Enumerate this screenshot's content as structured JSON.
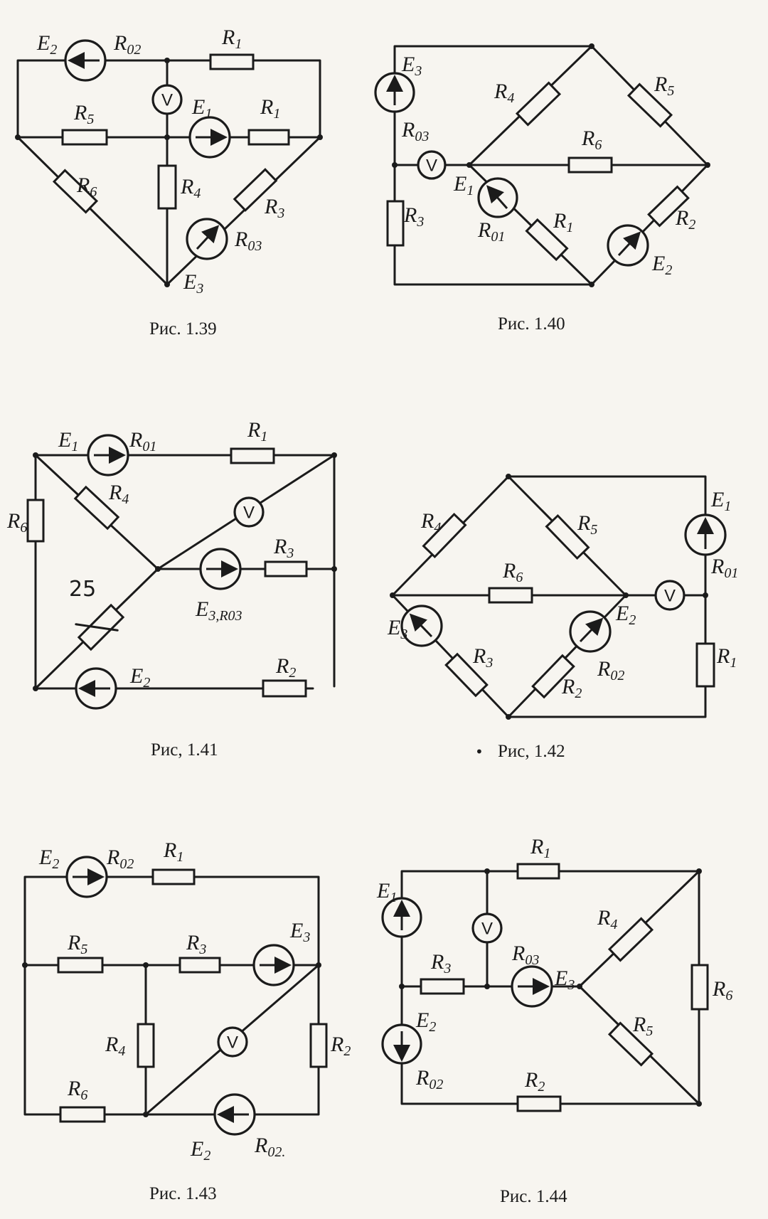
{
  "figures": [
    {
      "caption": "Рис. 1.39",
      "sources": [
        "E2",
        "E1",
        "E3"
      ],
      "internal_resistances": [
        "R02",
        "R03"
      ],
      "resistors": [
        "R1",
        "R5",
        "R6",
        "R4",
        "R3"
      ],
      "meters": [
        "V"
      ],
      "resistor_labels": {
        "top": "R1",
        "mid_left": "R5",
        "diag_left": "R6",
        "vertical": "R4",
        "mid_right": "R1",
        "diag_right": "R3"
      },
      "labels": {
        "e2": "E2",
        "r02": "R02",
        "e1": "E1",
        "e3": "E3",
        "r03": "R03"
      }
    },
    {
      "caption": "Рис. 1.40",
      "labels": {
        "e3": "E3",
        "r03": "R03",
        "r4": "R4",
        "r5": "R5",
        "r6": "R6",
        "e1": "E1",
        "r01": "R01",
        "r1": "R1",
        "r2": "R2",
        "e2": "E2",
        "r3": "R3"
      }
    },
    {
      "caption": "Рис, 1.41",
      "labels": {
        "e1": "E1",
        "r01": "R01",
        "r1": "R1",
        "r4": "R4",
        "r6": "R6",
        "r3": "R3",
        "e3r03": "E3,R03",
        "e2": "E2",
        "r2": "R2"
      },
      "handwritten_note": "25"
    },
    {
      "caption": "Рис, 1.42",
      "labels": {
        "r4": "R4",
        "r5": "R5",
        "e1": "E1",
        "r01": "R01",
        "r6": "R6",
        "e3": "E3",
        "e2": "E2",
        "r3": "R3",
        "r02": "R02",
        "r2": "R2",
        "r1": "R1"
      }
    },
    {
      "caption": "Рис. 1.43",
      "labels": {
        "e2top": "E2",
        "r02top": "R02",
        "r1": "R1",
        "r5": "R5",
        "r3": "R3",
        "e3": "E3",
        "r4": "R4",
        "r2": "R2",
        "r6": "R6",
        "e2bot": "E2",
        "r02bot": "R02."
      }
    },
    {
      "caption": "Рис. 1.44",
      "labels": {
        "r1": "R1",
        "e1": "E1",
        "r3": "R3",
        "r03": "R03",
        "e3": "E3",
        "r4": "R4",
        "r6": "R6",
        "e2": "E2",
        "r02": "R02",
        "r5": "R5",
        "r2": "R2"
      }
    }
  ],
  "meter_symbol": "V",
  "colors": {
    "ink": "#1b1b1b",
    "paper": "#f7f5f0"
  }
}
